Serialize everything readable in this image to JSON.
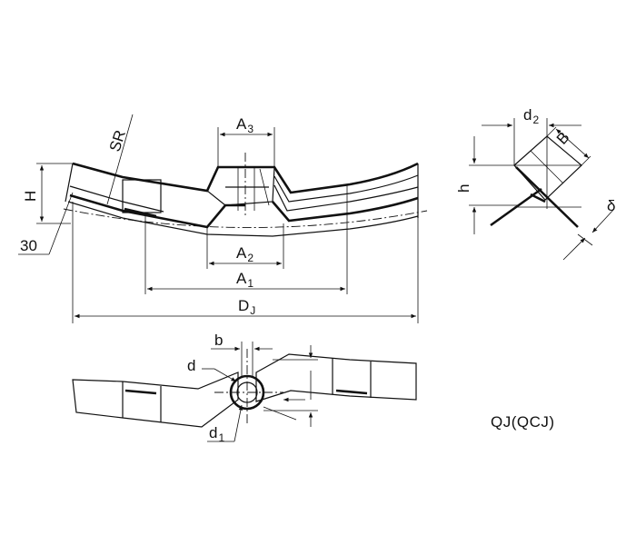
{
  "labels": {
    "A3": {
      "main": "A",
      "sub": "3"
    },
    "SR": "SR",
    "H": "H",
    "angle": "30",
    "A2": {
      "main": "A",
      "sub": "2"
    },
    "A1": {
      "main": "A",
      "sub": "1"
    },
    "DJ": {
      "main": "D",
      "sub": "J"
    },
    "d2": {
      "main": "d",
      "sub": "2"
    },
    "B": "B",
    "h": "h",
    "delta": "δ",
    "b": "b",
    "d": "d",
    "d1": {
      "main": "d",
      "sub": "1"
    }
  },
  "caption": "QJ(QCJ)"
}
